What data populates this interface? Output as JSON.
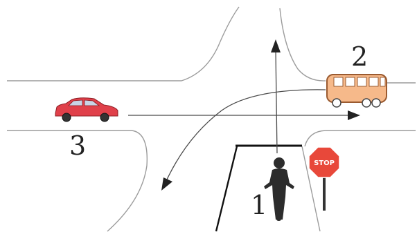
{
  "labels": {
    "cyclist_number": "1",
    "bus_number": "2",
    "car_number": "3"
  },
  "stop_sign": {
    "text": "STOP",
    "color": "#e8483a"
  },
  "vehicles": {
    "car_color": "#e0404a",
    "bus_color": "#f6b98a"
  },
  "icons": {
    "cyclist": "cyclist-icon",
    "bus": "bus-icon",
    "car": "car-icon",
    "stop_sign": "stop-sign-icon"
  }
}
